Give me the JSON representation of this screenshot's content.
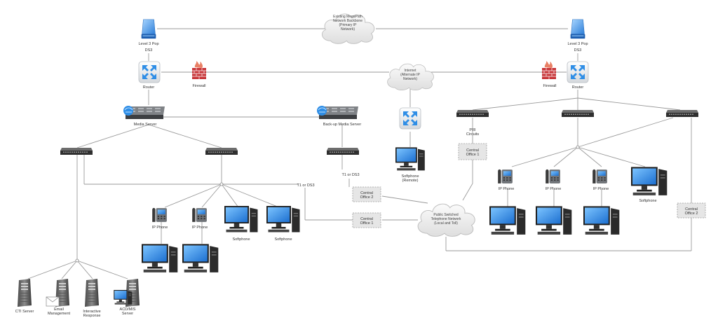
{
  "clouds": {
    "backbone": "Existing MegaPath Network Backbone (Primary IP Network)",
    "internet": "Internet (Alternate IP Network)",
    "pstn": "Public Switched Telephone Network (Local and Toll)"
  },
  "pops": {
    "left": "Level 3 Pop",
    "right": "Level 3 Pop"
  },
  "links": {
    "ds3_left": "DS3",
    "ds3_right": "DS3",
    "t1_right": "T1 or DS3",
    "t1_left": "T1 or DS3"
  },
  "routers": {
    "left": "Router",
    "right": "Router"
  },
  "firewalls": {
    "left": "Firewall",
    "right": "Firewall"
  },
  "servers": {
    "media": "Media Server",
    "backup": "Back-up Media Server"
  },
  "softphone_remote": "Softphone (Remote)",
  "pri": "PRI Circuits",
  "central_offices": {
    "co1_right": "Central Office 1",
    "co2_left": "Central Office 2",
    "co1_left": "Central Office 1",
    "co2_right": "Central Office 2"
  },
  "left_endpoints": {
    "ip_phone_1": "IP Phone",
    "ip_phone_2": "IP Phone",
    "softphone_1": "Softphone",
    "softphone_2": "Softphone"
  },
  "right_endpoints": {
    "ip_phone_1": "IP Phone",
    "ip_phone_2": "IP Phone",
    "ip_phone_3": "IP Phone",
    "softphone": "Softphone"
  },
  "server_farm": {
    "cti": "CTI Server",
    "email": "Email Management",
    "ivr": "Interactive Response",
    "acd": "ACD/MIS Server"
  }
}
